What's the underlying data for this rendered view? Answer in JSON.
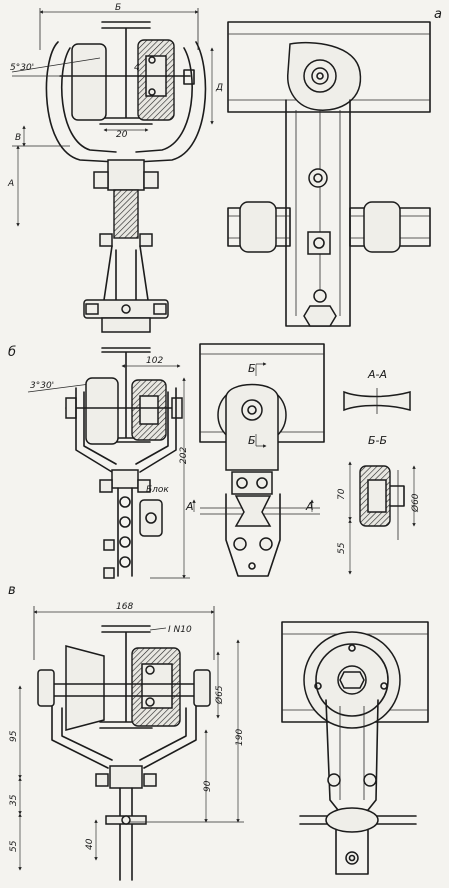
{
  "panels": {
    "a": {
      "label": "а",
      "dims": {
        "b": "Б",
        "d": "Д",
        "angle": "5°30'",
        "w20": "20",
        "v": "В",
        "a": "А"
      }
    },
    "b": {
      "label": "б",
      "dims": {
        "w102": "102",
        "angle": "3°30'",
        "h202": "202",
        "blok": "Блок",
        "h70": "70",
        "h55": "55",
        "d60": "Ø60"
      },
      "cut_a": "А",
      "cut_b": "Б",
      "section_aa": "А-А",
      "section_bb": "Б-Б"
    },
    "c": {
      "label": "в",
      "dims": {
        "w168": "168",
        "beam": "I N10",
        "d65": "Ø65",
        "h190": "190",
        "h95": "95",
        "h90": "90",
        "h35": "35",
        "h55": "55",
        "h40": "40"
      }
    }
  }
}
